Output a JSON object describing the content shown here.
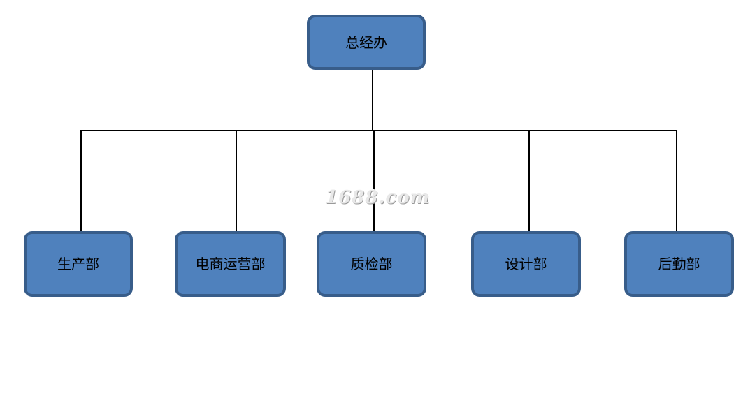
{
  "chart": {
    "root": {
      "label": "总经办"
    },
    "children": [
      {
        "id": "production",
        "label": "生产部"
      },
      {
        "id": "ecommerce",
        "label": "电商运营部"
      },
      {
        "id": "qc",
        "label": "质检部"
      },
      {
        "id": "design",
        "label": "设计部"
      },
      {
        "id": "logistics",
        "label": "后勤部"
      }
    ]
  },
  "watermark": {
    "text": "1688.com"
  },
  "colors": {
    "box_fill": "#4f81bd",
    "box_border": "#385d8a",
    "connector": "#000000"
  }
}
